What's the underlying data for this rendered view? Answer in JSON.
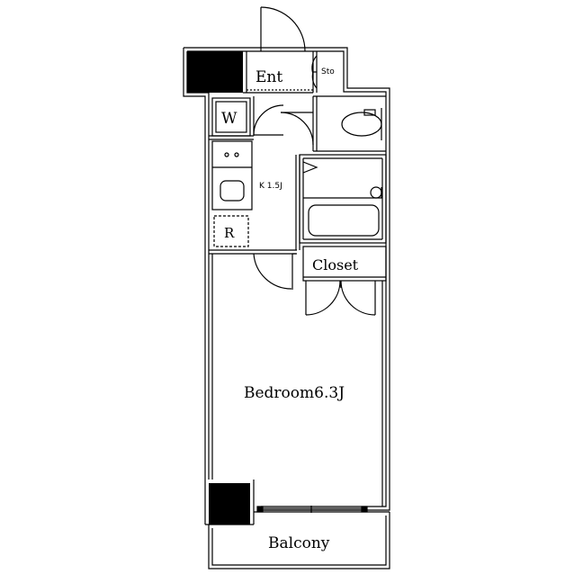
{
  "rooms": {
    "entrance": "Ent",
    "storage": "Sto",
    "washer": "W",
    "kitchen": "K 1.5J",
    "refrigerator": "R",
    "closet": "Closet",
    "bedroom": "Bedroom6.3J",
    "balcony": "Balcony"
  }
}
